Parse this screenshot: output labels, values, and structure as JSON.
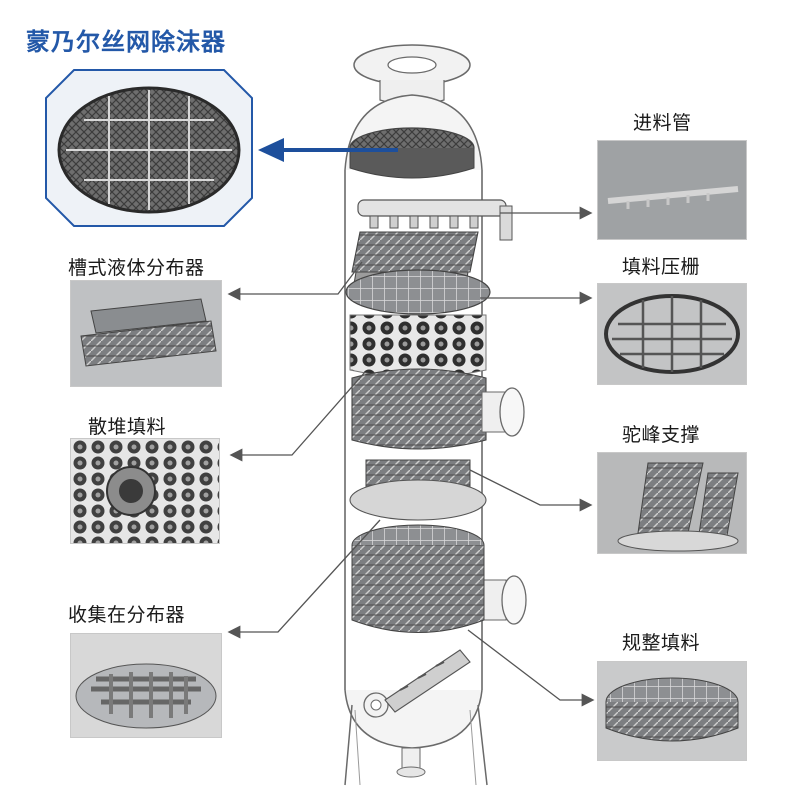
{
  "title": "蒙乃尔丝网除沫器",
  "left_labels": [
    "槽式液体分布器",
    "散堆填料",
    "收集在分布器"
  ],
  "right_labels": [
    "进料管",
    "填料压栅",
    "驼峰支撑",
    "规整填料"
  ],
  "colors": {
    "title": "#2358a8",
    "arrow_blue": "#1d4f9c",
    "leader_line": "#555555",
    "tower_outline": "#6a6a6a",
    "metal_dark": "#4a4a4a",
    "metal_light": "#b9bcc0"
  }
}
